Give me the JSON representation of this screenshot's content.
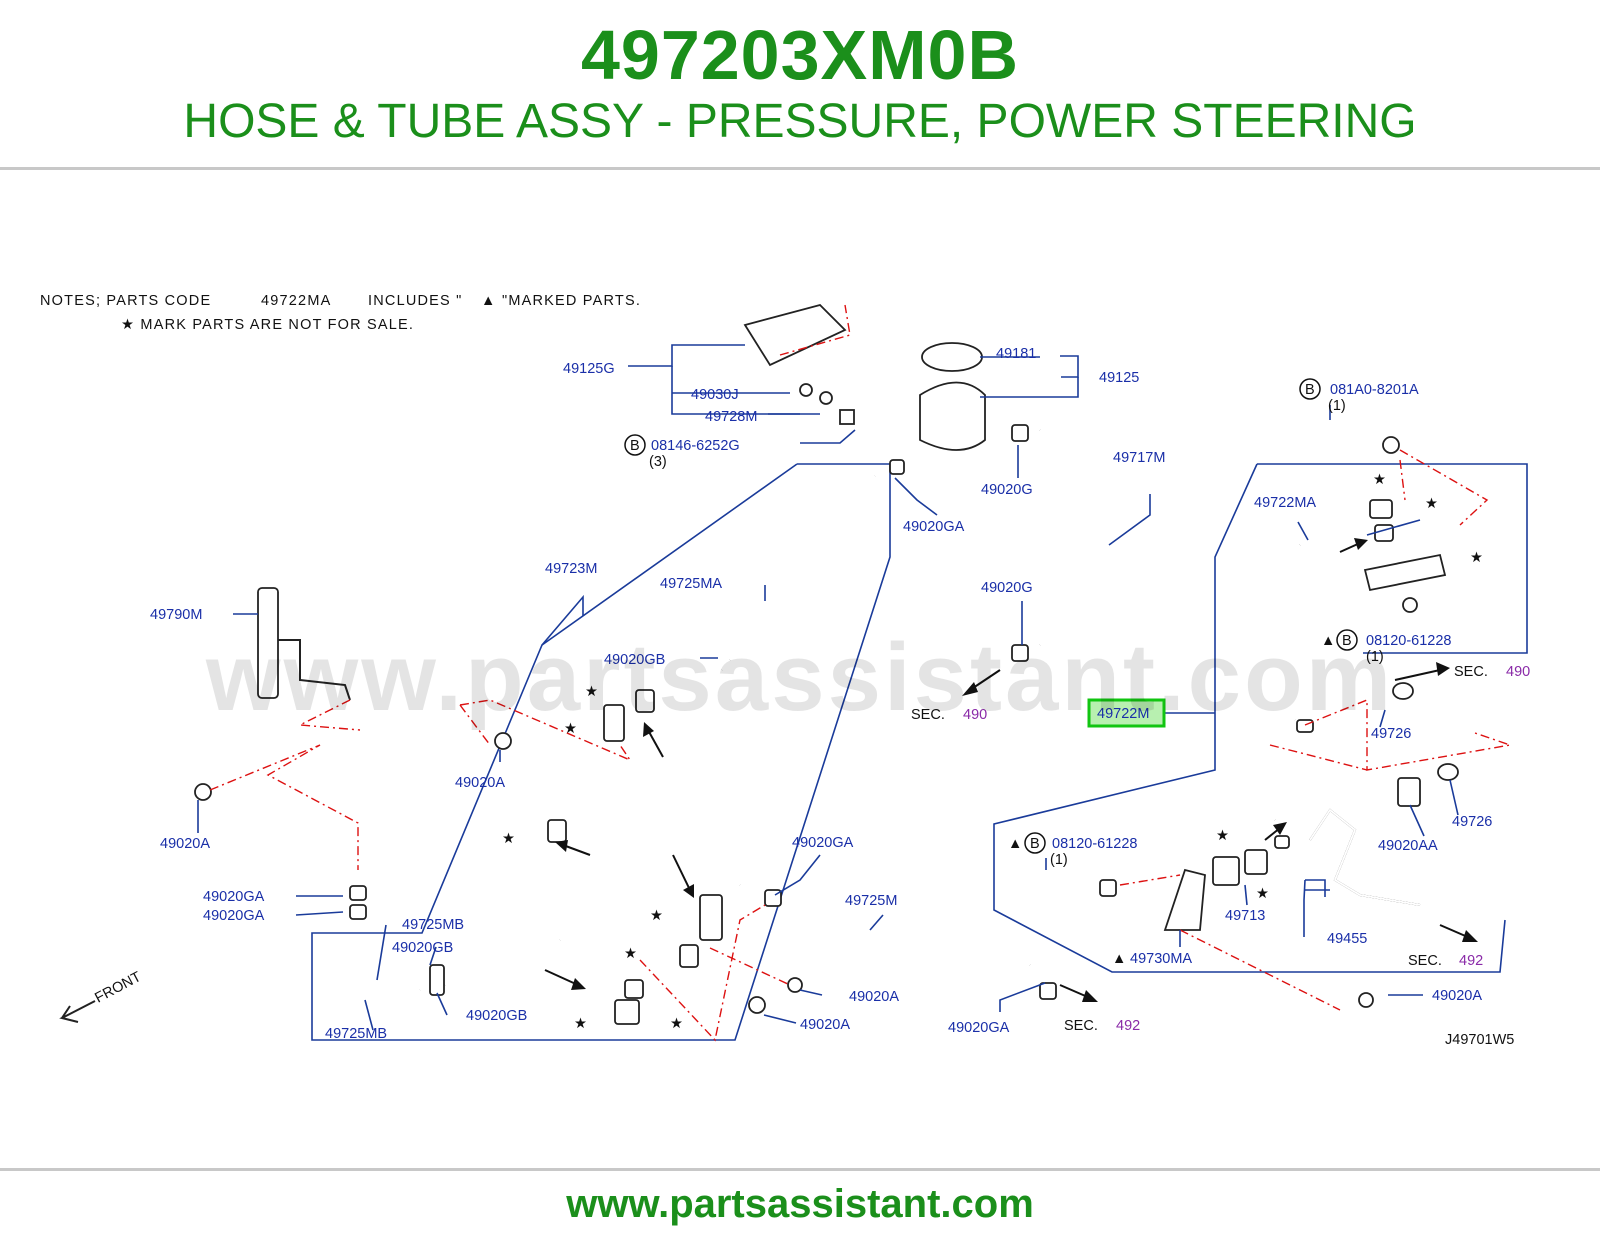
{
  "header": {
    "part_number": "497203XM0B",
    "description": "HOSE & TUBE ASSY - PRESSURE, POWER STEERING"
  },
  "footer": {
    "url": "www.partsassistant.com"
  },
  "watermark": "www.partsassistant.com",
  "colors": {
    "title_green": "#1b8f1b",
    "label_blue": "#1a2fa8",
    "section_purple": "#8a2aa8",
    "highlight_green": "#11c511",
    "red_dash": "#dd1111"
  },
  "diagram": {
    "notes": {
      "line1_prefix": "NOTES;  PARTS  CODE",
      "line1_code": "49722MA",
      "line1_middle": "INCLUDES \"",
      "line1_symbol": "▲",
      "line1_suffix": "\"MARKED  PARTS.",
      "line2": "★  MARK  PARTS  ARE  NOT  FOR  SALE."
    },
    "bolt_badge": "B",
    "star": "★",
    "triangle": "▲",
    "sec": "SEC.",
    "sec_490": "490",
    "sec_492": "492",
    "front": "FRONT",
    "ref_code": "J49701W5",
    "highlighted_part": "49722M",
    "labels": {
      "p49125G": "49125G",
      "p49030J": "49030J",
      "p49728M": "49728M",
      "p08146": "08146-6252G",
      "q3": "(3)",
      "p49181": "49181",
      "p49125": "49125",
      "p49020G_1": "49020G",
      "p49717M": "49717M",
      "p49020GA_top": "49020GA",
      "p49020G_2": "49020G",
      "p081A0": "081A0-8201A",
      "q1a": "(1)",
      "p49722MA": "49722MA",
      "p08120_a": "08120-61228",
      "q1b": "(1)",
      "p49726_a": "49726",
      "p49726_b": "49726",
      "p49020AA": "49020AA",
      "p49723M": "49723M",
      "p49725MA": "49725MA",
      "p49790M": "49790M",
      "p49020GB_top": "49020GB",
      "p49020A_1": "49020A",
      "p49020A_2": "49020A",
      "p49020GA_a": "49020GA",
      "p49020GA_b": "49020GA",
      "p49725MB_top": "49725MB",
      "p49020GB_mid": "49020GB",
      "p49725MB_bot": "49725MB",
      "p49020GB_bot": "49020GB",
      "p49020GA_mid": "49020GA",
      "p49725M": "49725M",
      "p49020A_3": "49020A",
      "p49020A_4": "49020A",
      "p49020GA_bot": "49020GA",
      "p08120_b": "08120-61228",
      "q1c": "(1)",
      "p49713": "49713",
      "p49455": "49455",
      "p49730MA": "49730MA",
      "p49020A_5": "49020A"
    }
  }
}
